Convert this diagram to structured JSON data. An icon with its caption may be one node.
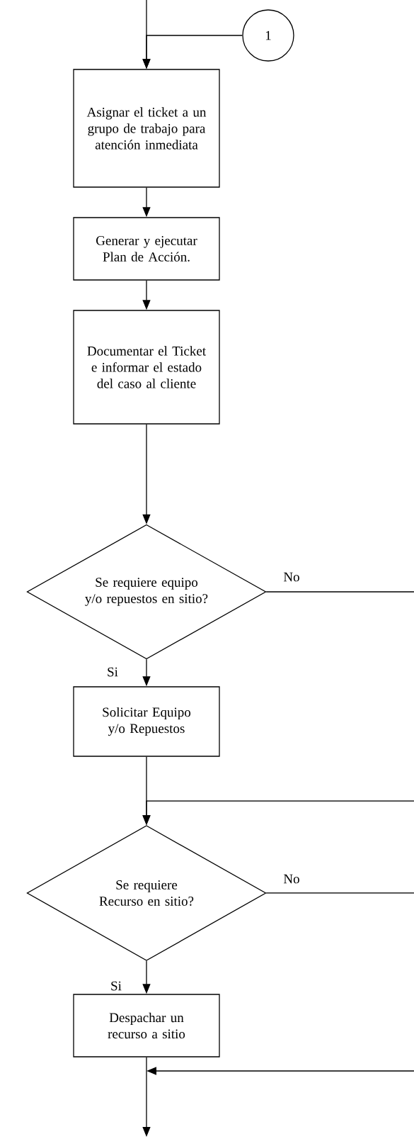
{
  "diagram": {
    "nodes": [
      {
        "text": [
          "1"
        ]
      },
      {
        "text": [
          "Asignar el ticket a un grupo de trabajo para atención inmediata"
        ]
      },
      {
        "text": [
          "Generar y ejecutar Plan de Acción."
        ]
      },
      {
        "text": [
          "Documentar el Ticket e informar el estado del caso al cliente"
        ]
      },
      {
        "text": [
          "Se requiere equipo y/o repuestos en sitio?"
        ]
      },
      {
        "text": [
          "Solicitar Equipo y/o Repuestos"
        ]
      },
      {
        "text": [
          "Se requiere Recurso en sitio?"
        ]
      },
      {
        "text": [
          "Despachar un recurso a sitio"
        ]
      }
    ],
    "edges": [
      {
        "from": null,
        "to": 1,
        "arrow": "to"
      },
      {
        "from": 0,
        "to": 1,
        "arrow": "to"
      },
      {
        "from": 1,
        "to": 2,
        "arrow": "to"
      },
      {
        "from": 2,
        "to": 3,
        "arrow": "to"
      },
      {
        "from": 3,
        "to": 4,
        "arrow": "to"
      },
      {
        "from": 4,
        "to": null,
        "arrow": "none",
        "label": "No"
      },
      {
        "from": 4,
        "to": 5,
        "arrow": "to",
        "label": "Si"
      },
      {
        "from": 5,
        "to": 6,
        "arrow": "to"
      },
      {
        "from": null,
        "to": 6,
        "arrow": "to"
      },
      {
        "from": 6,
        "to": null,
        "arrow": "none",
        "label": "No"
      },
      {
        "from": 6,
        "to": 7,
        "arrow": "to",
        "label": "Si"
      },
      {
        "from": 7,
        "to": null,
        "arrow": "to"
      }
    ]
  }
}
